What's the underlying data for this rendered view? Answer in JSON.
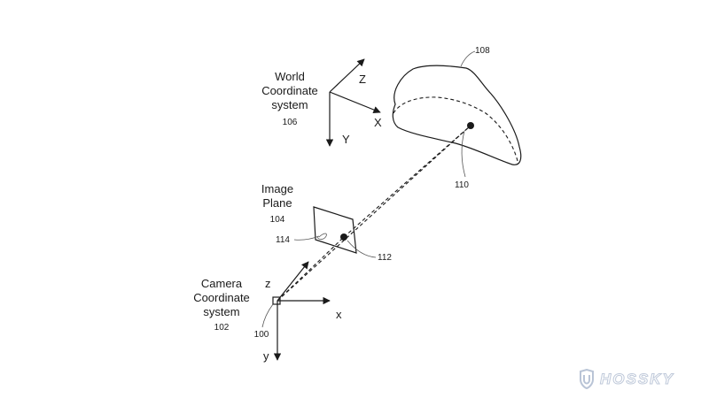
{
  "world_system": {
    "label_lines": [
      "World",
      "Coordinate",
      "system"
    ],
    "ref": "106",
    "axes": {
      "x": "X",
      "y": "Y",
      "z": "Z"
    }
  },
  "object": {
    "ref": "108",
    "point_ref": "110"
  },
  "image_plane": {
    "label_lines": [
      "Image",
      "Plane"
    ],
    "ref": "104",
    "point_ref": "112",
    "curve_ref": "114"
  },
  "camera_system": {
    "label_lines": [
      "Camera",
      "Coordinate",
      "system"
    ],
    "ref": "102",
    "origin_ref": "100",
    "axes": {
      "x": "x",
      "y": "y",
      "z": "z"
    }
  },
  "watermark": {
    "text": "HOSSKY"
  },
  "colors": {
    "ink": "#1a1a1a",
    "background": "#ffffff",
    "watermark": "#b9c4d6"
  }
}
